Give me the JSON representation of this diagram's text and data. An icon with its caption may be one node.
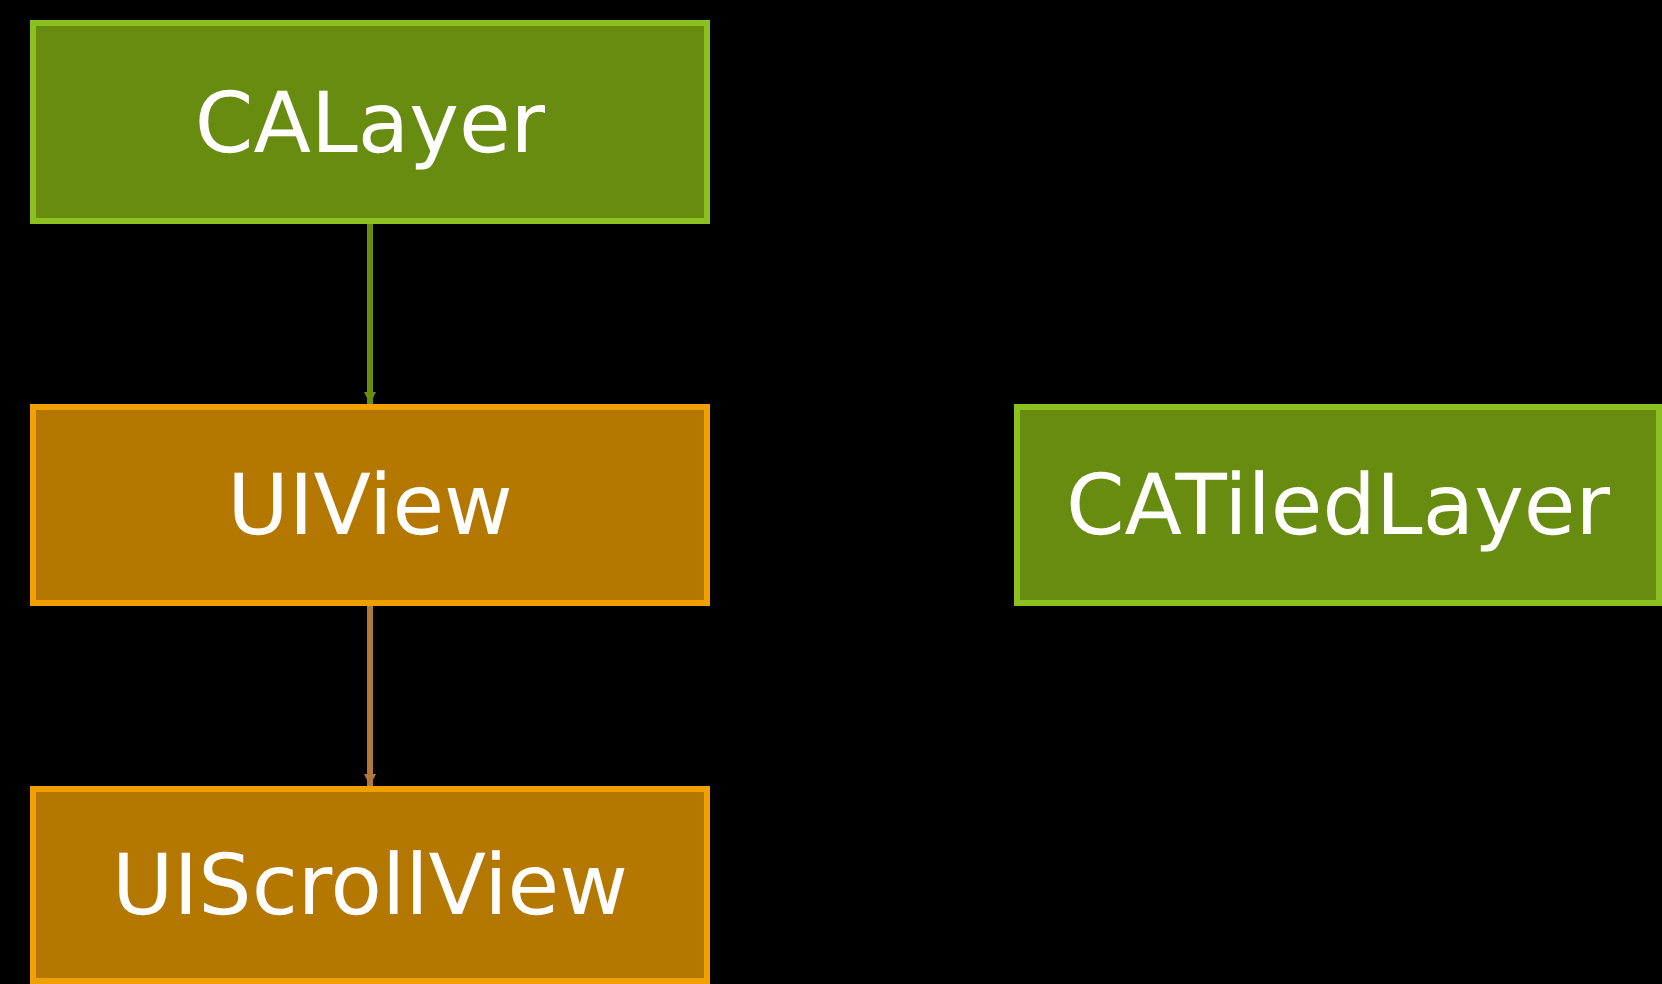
{
  "diagram": {
    "nodes": [
      {
        "text": [
          "CALayer"
        ]
      },
      {
        "text": [
          "UIView"
        ]
      },
      {
        "text": [
          "UIScrollView"
        ]
      },
      {
        "text": [
          "CATiledLayer"
        ]
      }
    ],
    "edges": [
      {
        "from": 0,
        "to": 1,
        "arrow": "to",
        "color": "#6a8c12"
      },
      {
        "from": 1,
        "to": 2,
        "arrow": "to",
        "color": "#b0783a"
      }
    ]
  }
}
